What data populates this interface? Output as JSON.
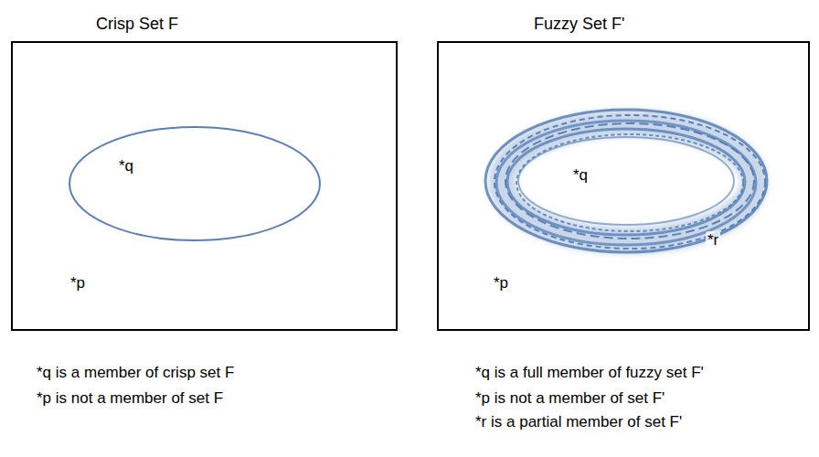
{
  "diagram": {
    "nodes": [
      {
        "text": [
          "Crisp Set F",
          "*p"
        ]
      },
      {
        "text": [
          "*q"
        ],
        "in": 0
      },
      {
        "text": [
          "Fuzzy Set F'",
          "*p"
        ]
      },
      {
        "text": [
          "*q",
          "*r"
        ],
        "in": 2
      }
    ],
    "labels": [
      "*q is a member of crisp set F",
      "*p is not a member of set F",
      "*q is a full member of fuzzy set F'",
      "*p is not a member of set F'",
      "*r is a partial member of set F'"
    ]
  }
}
